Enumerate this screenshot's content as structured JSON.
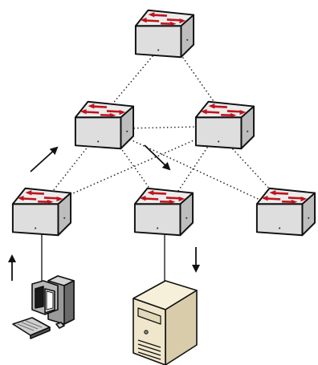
{
  "diagram": {
    "type": "network-topology",
    "switch_icon": "network-switch-icon",
    "pc_icon": "desktop-computer-icon",
    "server_icon": "tower-server-icon",
    "nodes": [
      {
        "id": "switch-top",
        "kind": "switch"
      },
      {
        "id": "switch-mid-left",
        "kind": "switch"
      },
      {
        "id": "switch-mid-right",
        "kind": "switch"
      },
      {
        "id": "switch-bottom-left",
        "kind": "switch"
      },
      {
        "id": "switch-bottom-center",
        "kind": "switch"
      },
      {
        "id": "switch-bottom-right",
        "kind": "switch"
      },
      {
        "id": "pc",
        "kind": "computer"
      },
      {
        "id": "server",
        "kind": "server"
      }
    ],
    "links": [
      {
        "from": "switch-top",
        "to": "switch-mid-left",
        "style": "dotted"
      },
      {
        "from": "switch-top",
        "to": "switch-mid-right",
        "style": "dotted"
      },
      {
        "from": "switch-mid-left",
        "to": "switch-mid-right",
        "style": "dotted"
      },
      {
        "from": "switch-mid-left",
        "to": "switch-bottom-left",
        "style": "dotted"
      },
      {
        "from": "switch-mid-left",
        "to": "switch-bottom-center",
        "style": "dotted"
      },
      {
        "from": "switch-mid-left",
        "to": "switch-bottom-right",
        "style": "dotted"
      },
      {
        "from": "switch-mid-right",
        "to": "switch-bottom-left",
        "style": "dotted"
      },
      {
        "from": "switch-mid-right",
        "to": "switch-bottom-center",
        "style": "dotted"
      },
      {
        "from": "switch-mid-right",
        "to": "switch-bottom-right",
        "style": "dotted"
      },
      {
        "from": "switch-bottom-left",
        "to": "pc",
        "style": "solid"
      },
      {
        "from": "switch-bottom-center",
        "to": "server",
        "style": "solid"
      }
    ],
    "flow_path": [
      "pc",
      "switch-bottom-left",
      "switch-mid-left",
      "switch-bottom-center",
      "server"
    ],
    "colors": {
      "switch_top": "#e9e9e9",
      "switch_side": "#bdbdbd",
      "switch_arrows": "#c0141c",
      "outline": "#111111",
      "server_body": "#efe6cc",
      "link": "#222222"
    }
  }
}
